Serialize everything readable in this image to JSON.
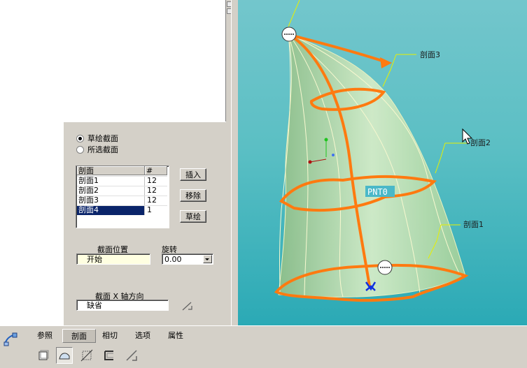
{
  "panel": {
    "radio_sketch_label": "草绘截面",
    "radio_selected_label": "所选截面",
    "table": {
      "headers": [
        "剖面",
        "#"
      ],
      "rows": [
        {
          "name": "剖面1",
          "count": "12",
          "selected": false
        },
        {
          "name": "剖面2",
          "count": "12",
          "selected": false
        },
        {
          "name": "剖面3",
          "count": "12",
          "selected": false
        },
        {
          "name": "剖面4",
          "count": "1",
          "selected": true
        }
      ]
    },
    "insert_label": "插入",
    "remove_label": "移除",
    "sketch_label": "草绘",
    "section_position_label": "截面位置",
    "section_position_value": "开始",
    "rotate_label": "旋转",
    "rotate_value": "0.00",
    "x_axis_label": "截面 X 轴方向",
    "x_axis_value": "缺省"
  },
  "tabs": [
    "参照",
    "剖面",
    "相切",
    "选项",
    "属性"
  ],
  "active_tab": "剖面",
  "viewport": {
    "labels": {
      "section1": "剖面1",
      "section2": "剖面2",
      "section3": "剖面3",
      "pnt0": "PNT0"
    },
    "colors": {
      "background_top": "#73c6cc",
      "background_bottom": "#2aa9b5",
      "surface": "#b9dcb4",
      "section_curves": "#ff7a10",
      "leader_lines": "#e8f000",
      "point_label_bg": "#4ab8c8"
    }
  }
}
